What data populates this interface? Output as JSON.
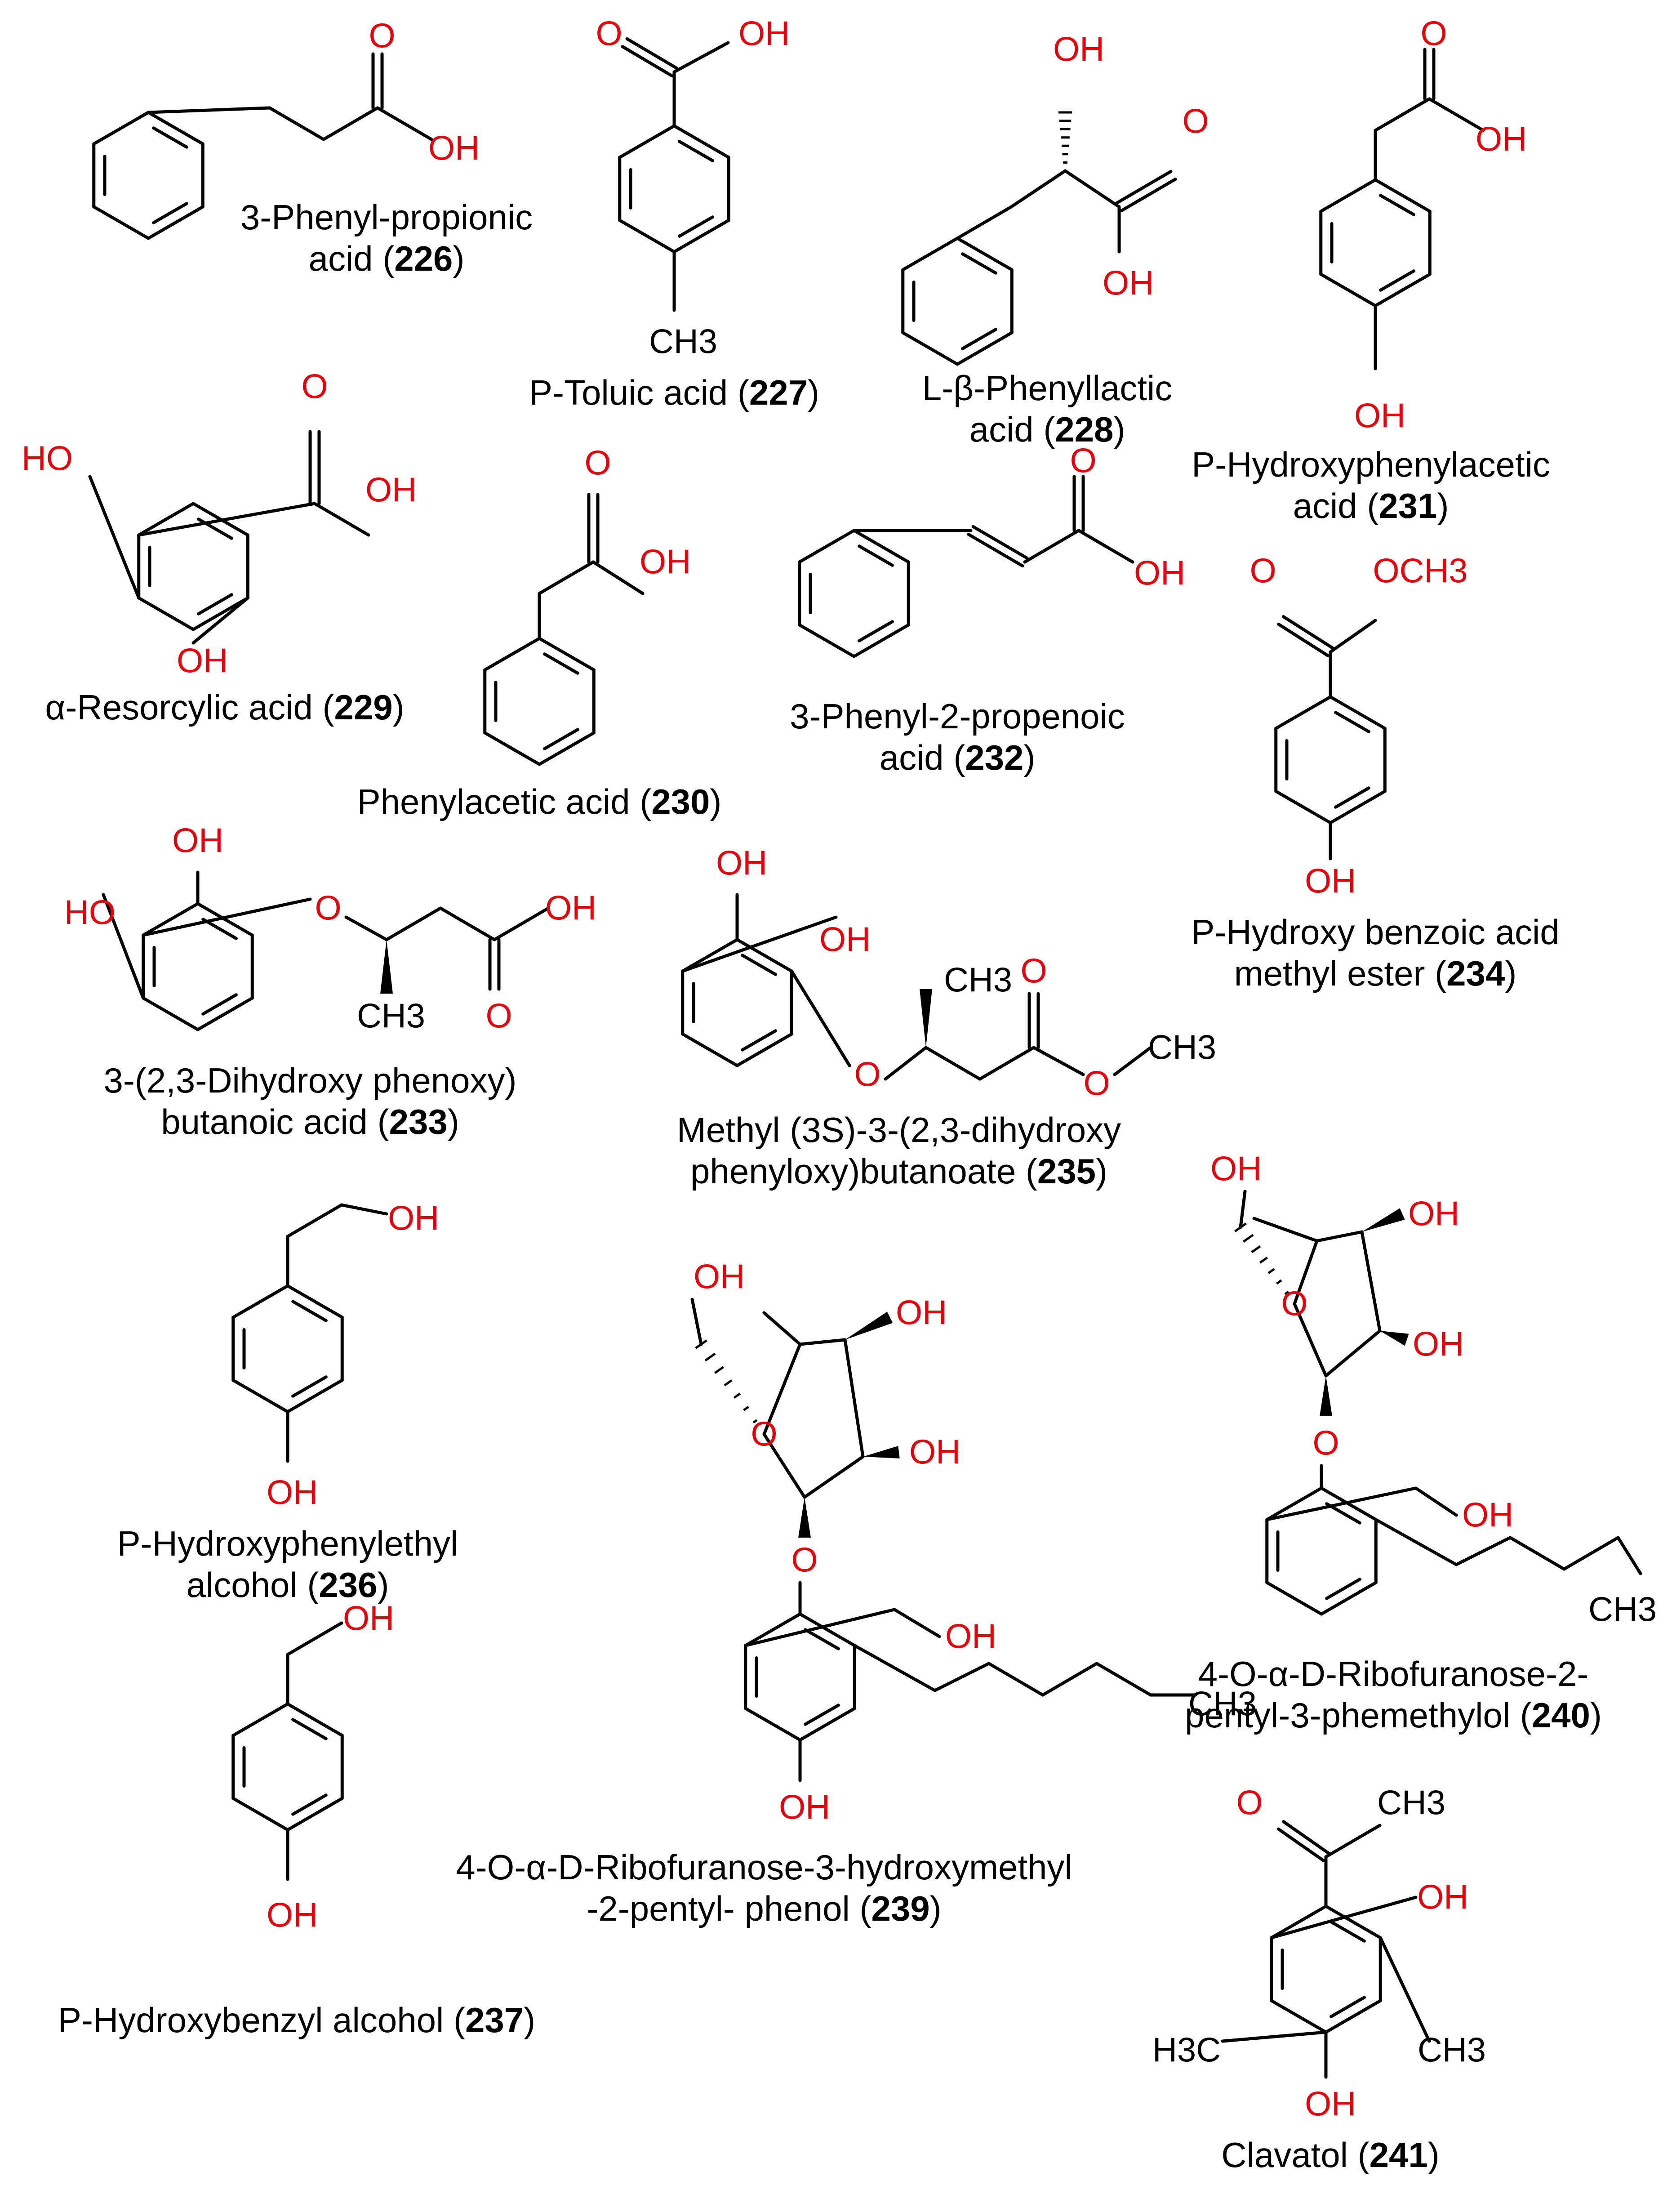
{
  "compounds": [
    {
      "id": "226",
      "caption": [
        "3-Phenyl-propionic",
        "acid ("
      ],
      "number": "226",
      "atoms": [
        "O",
        "OH"
      ]
    },
    {
      "id": "227",
      "caption": [
        "P-Toluic acid ("
      ],
      "number": "227",
      "atoms": [
        "O",
        "OH",
        "CH3"
      ]
    },
    {
      "id": "228",
      "caption": [
        "L-β-Phenyllactic",
        "acid ("
      ],
      "number": "228",
      "atoms": [
        "OH",
        "O",
        "OH"
      ]
    },
    {
      "id": "231",
      "caption": [
        "P-Hydroxyphenylacetic",
        "acid ("
      ],
      "number": "231",
      "atoms": [
        "O",
        "OH",
        "OH"
      ]
    },
    {
      "id": "229",
      "caption": [
        "α-Resorcylic acid ("
      ],
      "number": "229",
      "atoms": [
        "O",
        "HO",
        "OH",
        "OH"
      ]
    },
    {
      "id": "230",
      "caption": [
        "Phenylacetic acid ("
      ],
      "number": "230",
      "atoms": [
        "O",
        "OH"
      ]
    },
    {
      "id": "232",
      "caption": [
        "3-Phenyl-2-propenoic",
        "acid ("
      ],
      "number": "232",
      "atoms": [
        "O",
        "OH"
      ]
    },
    {
      "id": "234",
      "caption": [
        "P-Hydroxy benzoic acid",
        "methyl ester ("
      ],
      "number": "234",
      "atoms": [
        "O",
        "OCH3",
        "OH"
      ]
    },
    {
      "id": "233",
      "caption": [
        "3-(2,3-Dihydroxy phenoxy)",
        "butanoic acid ("
      ],
      "number": "233",
      "atoms": [
        "OH",
        "HO",
        "O",
        "OH",
        "O",
        "CH3"
      ]
    },
    {
      "id": "235",
      "caption": [
        "Methyl (3S)-3-(2,3-dihydroxy",
        "phenyloxy)butanoate ("
      ],
      "number": "235",
      "atoms": [
        "OH",
        "OH",
        "CH3",
        "O",
        "O",
        "O",
        "CH3"
      ]
    },
    {
      "id": "236",
      "caption": [
        "P-Hydroxyphenylethyl",
        "alcohol ("
      ],
      "number": "236",
      "atoms": [
        "OH",
        "OH"
      ]
    },
    {
      "id": "239",
      "caption": [
        "4-O-α-D-Ribofuranose-3-hydroxymethyl",
        "-2-pentyl- phenol ("
      ],
      "number": "239",
      "atoms": [
        "OH",
        "OH",
        "O",
        "OH",
        "O",
        "OH",
        "OH",
        "CH3"
      ]
    },
    {
      "id": "240",
      "caption": [
        "4-O-α-D-Ribofuranose-2-",
        "pentyl-3-phemethylol ("
      ],
      "number": "240",
      "atoms": [
        "OH",
        "OH",
        "O",
        "OH",
        "O",
        "OH",
        "CH3"
      ]
    },
    {
      "id": "237",
      "caption": [
        "P-Hydroxybenzyl alcohol ("
      ],
      "number": "237",
      "atoms": [
        "OH",
        "OH"
      ]
    },
    {
      "id": "241",
      "caption": [
        "Clavatol ("
      ],
      "number": "241",
      "atoms": [
        "O",
        "CH3",
        "OH",
        "H3C",
        "CH3",
        "OH"
      ]
    }
  ],
  "colors": {
    "heteroatom": "#e8000b",
    "carbon": "#000000",
    "background": "#ffffff"
  }
}
